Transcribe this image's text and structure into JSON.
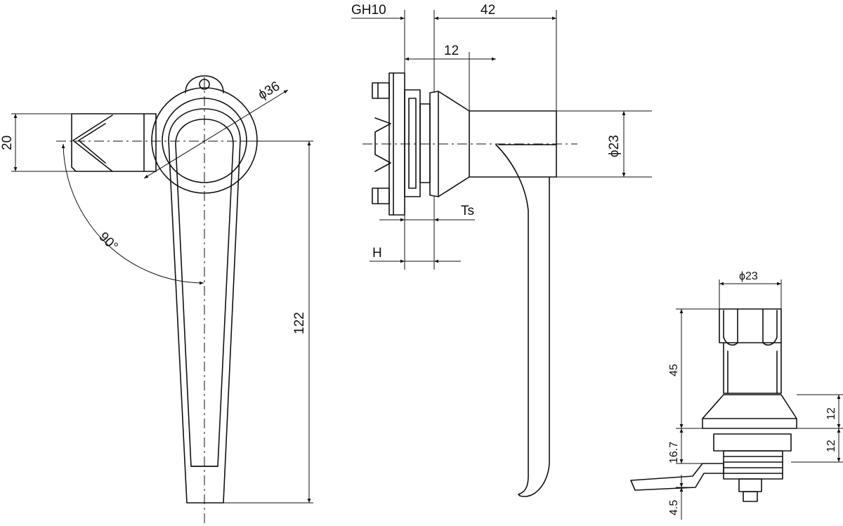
{
  "dimensions": {
    "gh10": "GH10",
    "d42": "42",
    "d12_top": "12",
    "dia36": "ϕ36",
    "dia23_side": "ϕ23",
    "d20": "20",
    "angle90": "90°",
    "d122": "122",
    "ts": "Ts",
    "h": "H",
    "dia23_iso": "ϕ23",
    "d45": "45",
    "d12_right_a": "12",
    "d12_right_b": "12",
    "d16_7": "16.7",
    "d4_5": "4.5"
  }
}
